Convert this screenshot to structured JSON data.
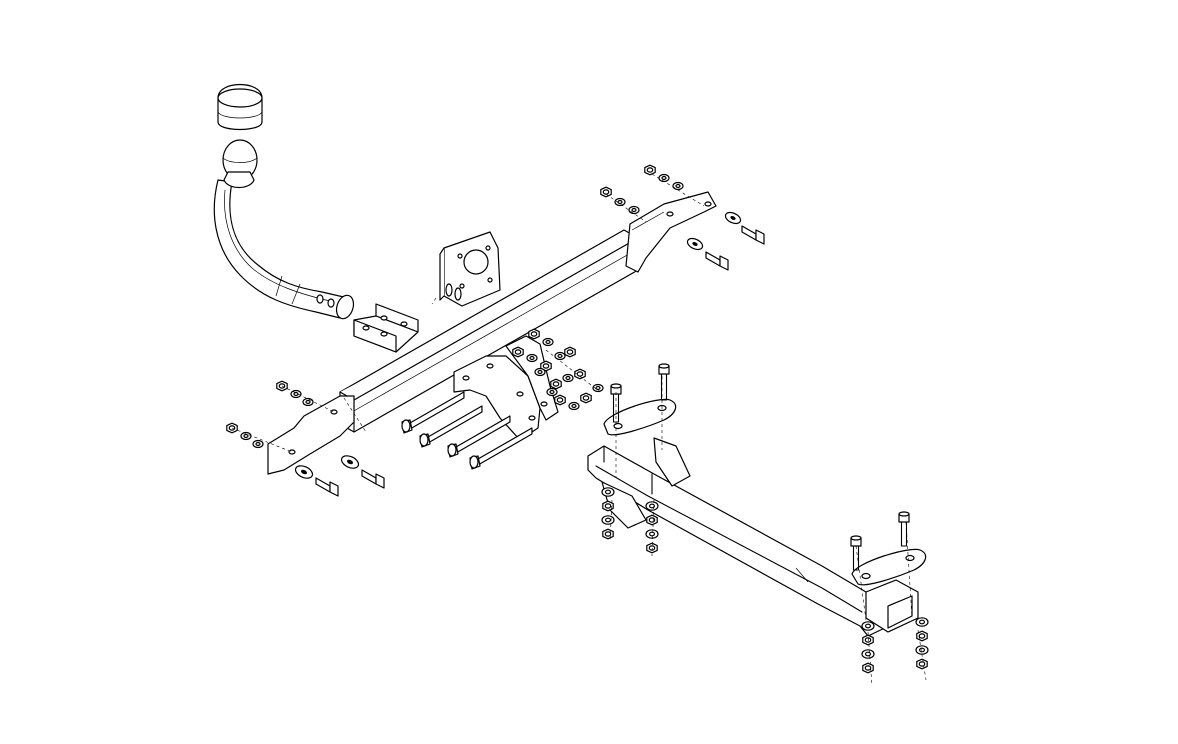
{
  "diagram": {
    "type": "exploded-assembly",
    "stroke_color": "#000000",
    "background_color": "#ffffff",
    "parts": [
      "tow-ball",
      "tow-ball-neck",
      "clamp-plates",
      "electrical-socket-bracket",
      "main-crossbar",
      "left-side-bracket",
      "right-side-bracket",
      "center-mount-plate",
      "long-bolts",
      "side-member-rail",
      "mounting-plate-front",
      "mounting-plate-rear",
      "nuts",
      "washers",
      "bolts"
    ]
  }
}
